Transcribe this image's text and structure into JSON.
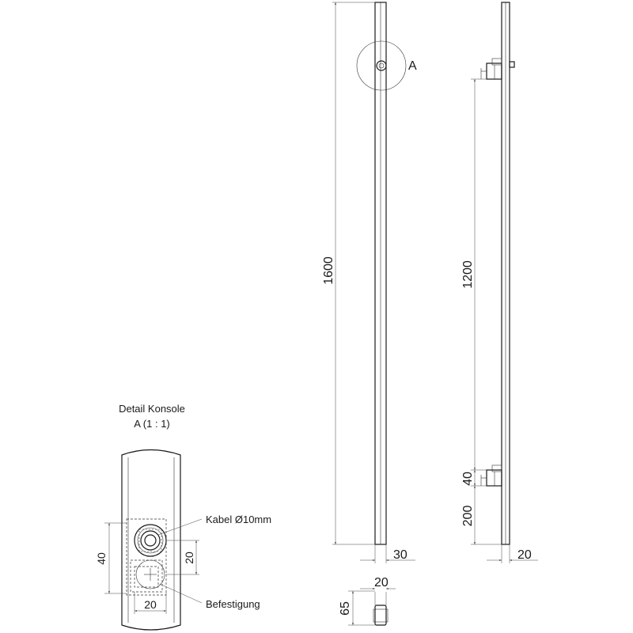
{
  "detail": {
    "title": "Detail Konsole",
    "scale": "A  (1 : 1)",
    "dim_height": "40",
    "dim_offset": "20",
    "dim_width": "20",
    "cable_label": "Kabel Ø10mm",
    "mount_label": "Befestigung"
  },
  "front_view": {
    "dim_total_height": "1600",
    "dim_width": "30",
    "detail_marker": "A"
  },
  "side_view": {
    "dim_bracket_spacing": "1200",
    "dim_bracket_height": "40",
    "dim_bottom_offset": "200",
    "dim_depth": "20"
  },
  "top_view": {
    "dim_width": "20",
    "dim_height": "65"
  }
}
